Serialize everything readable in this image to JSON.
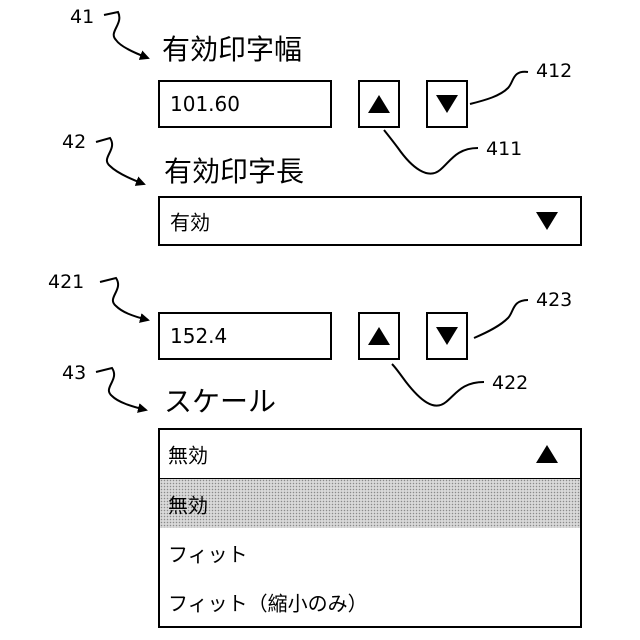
{
  "refs": {
    "r41": "41",
    "r412": "412",
    "r411": "411",
    "r42": "42",
    "r421": "421",
    "r423": "423",
    "r422": "422",
    "r43": "43"
  },
  "width_section": {
    "label": "有効印字幅",
    "value": "101.60",
    "up_icon": "triangle-up",
    "down_icon": "triangle-down"
  },
  "length_section": {
    "label": "有効印字長",
    "select_value": "有効",
    "select_icon": "triangle-down",
    "value": "152.4",
    "up_icon": "triangle-up",
    "down_icon": "triangle-down"
  },
  "scale_section": {
    "label": "スケール",
    "select_value": "無効",
    "select_icon": "triangle-up",
    "options": [
      {
        "label": "無効",
        "selected": true
      },
      {
        "label": "フィット",
        "selected": false
      },
      {
        "label": "フィット（縮小のみ）",
        "selected": false
      }
    ]
  }
}
